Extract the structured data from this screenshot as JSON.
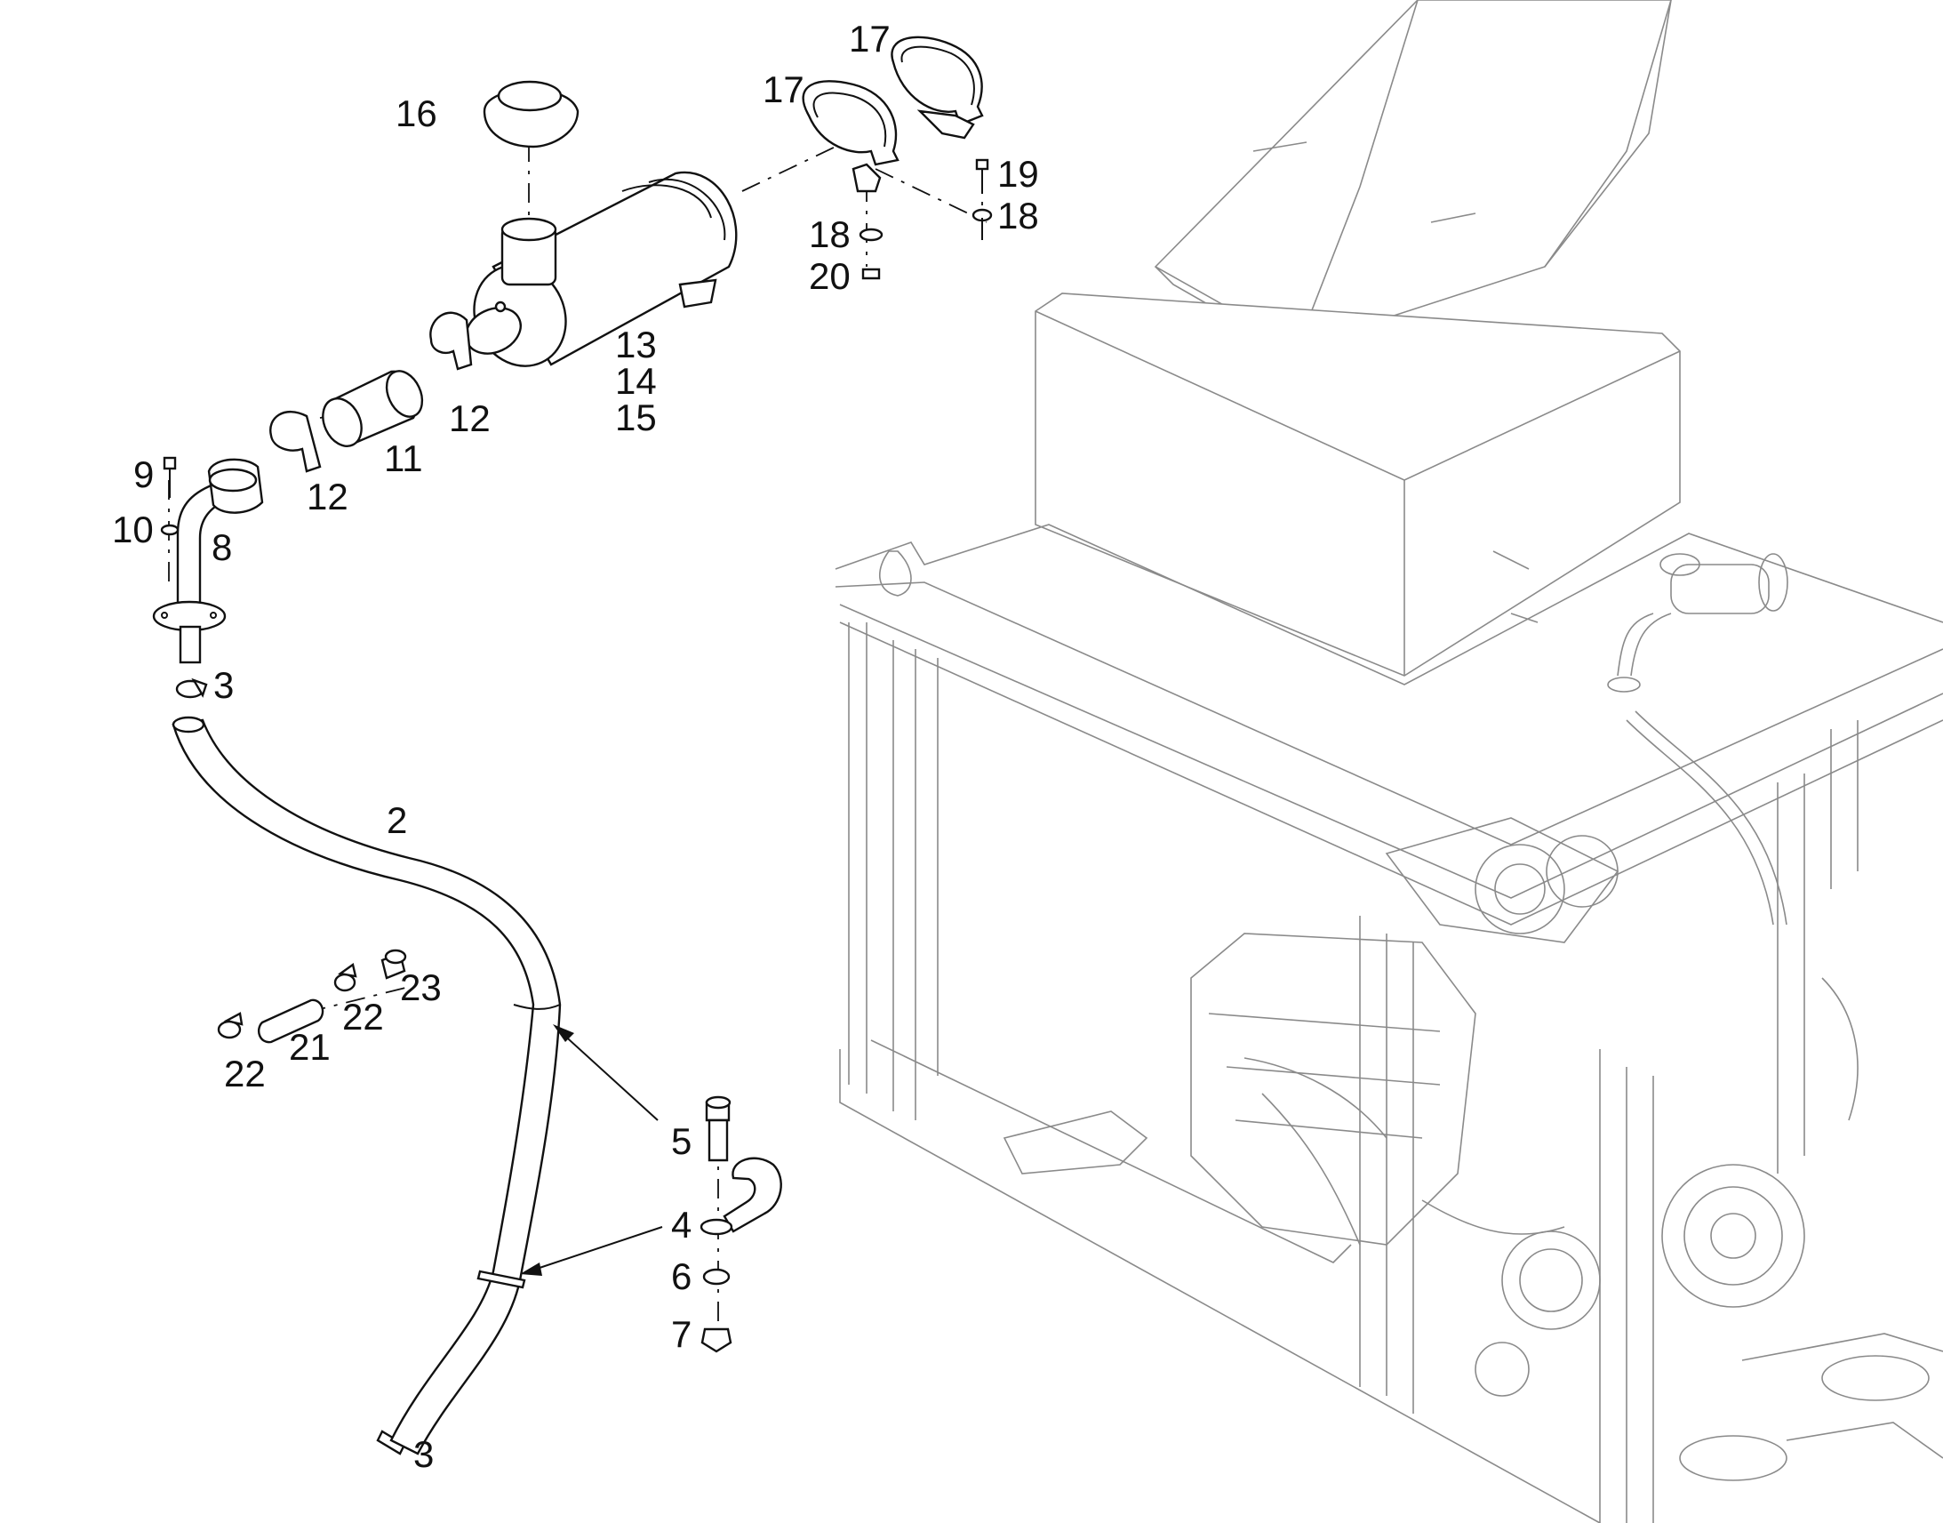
{
  "callouts": {
    "c2": "2",
    "c3a": "3",
    "c3b": "3",
    "c4": "4",
    "c5": "5",
    "c6": "6",
    "c7": "7",
    "c8": "8",
    "c9": "9",
    "c10": "10",
    "c11": "11",
    "c12a": "12",
    "c12b": "12",
    "c13": "13",
    "c14": "14",
    "c15": "15",
    "c16": "16",
    "c17a": "17",
    "c17b": "17",
    "c18a": "18",
    "c18b": "18",
    "c19": "19",
    "c20": "20",
    "c21": "21",
    "c22a": "22",
    "c22b": "22",
    "c23": "23"
  },
  "parts": {
    "air-filter": "air-filter-housing",
    "precleaner-cap": "precleaner-cap",
    "intake-hose": "intake-hose",
    "elbow-pipe": "elbow-pipe",
    "clamp-band": "clamp-band",
    "hose-clip": "hose-clip"
  },
  "colors": {
    "line": "#111111",
    "background-line": "#8a8a8a",
    "paper": "#ffffff"
  }
}
